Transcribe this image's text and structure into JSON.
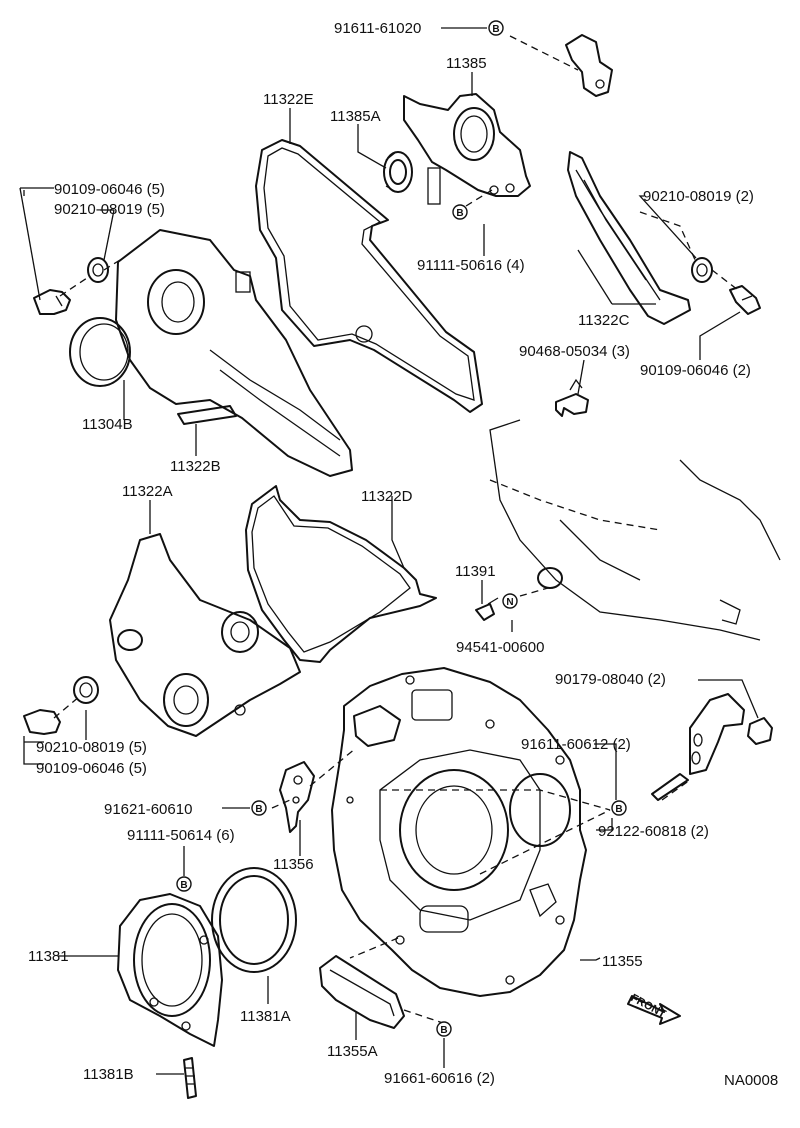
{
  "sheet_id": "NA0008",
  "front_label": "FRONT",
  "symbols": {
    "bolt": "B",
    "nut": "N"
  },
  "labels": {
    "p91611_61020": "91611-61020",
    "p11385": "11385",
    "p11322E": "11322E",
    "p11385A": "11385A",
    "p90109_06046_5a": "90109-06046 (5)",
    "p90210_08019_5a": "90210-08019 (5)",
    "p90210_08019_2": "90210-08019 (2)",
    "p91111_50616_4": "91111-50616 (4)",
    "p11322C": "11322C",
    "p90468_05034_3": "90468-05034 (3)",
    "p90109_06046_2": "90109-06046 (2)",
    "p11304B": "11304B",
    "p11322B": "11322B",
    "p11322A": "11322A",
    "p11322D": "11322D",
    "p11391": "11391",
    "p94541_00600": "94541-00600",
    "p90179_08040_2": "90179-08040 (2)",
    "p90210_08019_5b": "90210-08019 (5)",
    "p90109_06046_5b": "90109-06046 (5)",
    "p91611_60612_2": "91611-60612 (2)",
    "p91621_60610": "91621-60610",
    "p91111_50614_6": "91111-50614 (6)",
    "p92122_60818_2": "92122-60818 (2)",
    "p11356": "11356",
    "p11381": "11381",
    "p11355": "11355",
    "p11381A": "11381A",
    "p11355A": "11355A",
    "p11381B": "11381B",
    "p91661_60616_2": "91661-60616 (2)"
  }
}
